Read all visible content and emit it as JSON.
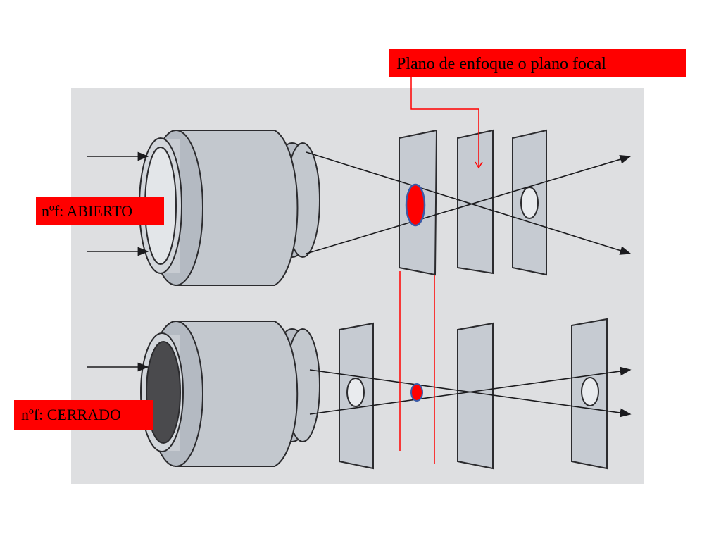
{
  "labels": {
    "focal_plane": "Plano de enfoque o plano focal",
    "aperture_open": "nºf: ABIERTO",
    "aperture_closed": "nºf: CERRADO"
  },
  "colors": {
    "photo_background": "#dedfe1",
    "lens_body": "#c3c8ce",
    "lens_shadow": "#a9afb7",
    "plate": "#c6cbd2",
    "outline": "#2b2b2e",
    "highlight": "#ff0000",
    "circle_fill": "#ff0000",
    "circle_stroke": "#3a5aa8"
  }
}
